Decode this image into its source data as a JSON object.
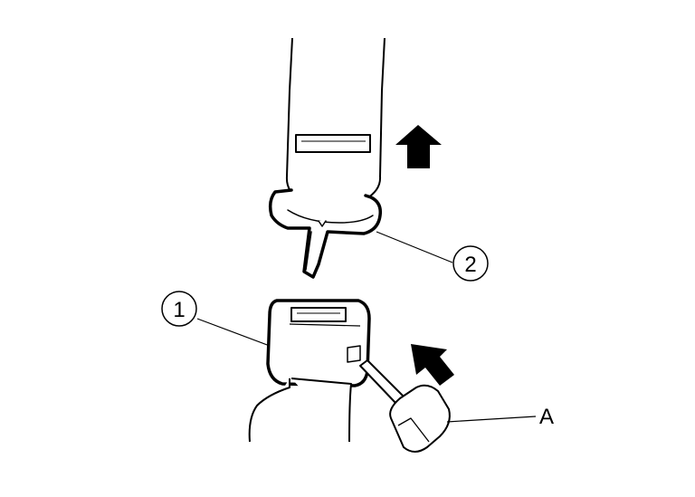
{
  "diagram": {
    "callouts": {
      "part_1": "1",
      "part_2": "2",
      "label_a": "A"
    }
  },
  "colors": {
    "line": "#000000",
    "background": "#ffffff"
  },
  "icons": {
    "arrow_up": "up-arrow-icon",
    "arrow_diagonal": "diagonal-arrow-icon"
  }
}
